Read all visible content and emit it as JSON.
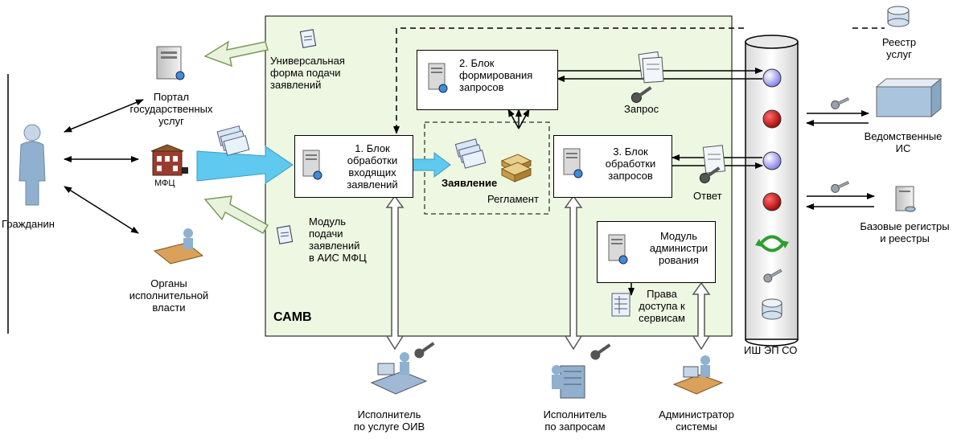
{
  "main_area_label": "САМВ",
  "blocks": {
    "block1": "1. Блок\nобработки\nвходящих\nзаявлений",
    "block2": "2. Блок\nформирования\nзапросов",
    "block3": "3. Блок\nобработки\nзапросов",
    "admin": "Модуль\nадминистри\nрования"
  },
  "labels": {
    "universal_form": "Универсальная\nформа подачи\nзаявлений",
    "mfc_module": "Модуль\nподачи\nзаявлений\nв АИС МФЦ",
    "statement": "Заявление",
    "reglament": "Регламент",
    "request": "Запрос",
    "answer": "Ответ",
    "access_rights": "Права\nдоступа к\nсервисам",
    "bus": "ИШ ЭП СО",
    "registry": "Реестр\nуслуг",
    "dept_is": "Ведомственные\nИС",
    "base_registers": "Базовые регистры\nи реестры",
    "portal": "Портал\nгосударственных\nуслуг",
    "mfc": "МФЦ",
    "citizen": "Гражданин",
    "authorities": "Органы\nисполнительной\nвласти",
    "executor_oiv": "Исполнитель\nпо услуге ОИВ",
    "executor_requests": "Исполнитель\nпо запросам",
    "admin_system": "Администратор\nсистемы"
  },
  "colors": {
    "main_area_fill": "#eef7e2",
    "bus_circle_blue": "#8f8cf0",
    "bus_circle_red": "#c40000",
    "big_arrow": "#5fc9ef",
    "hollow_arrow_fill": "#e9f3dc"
  },
  "icons": [
    "server-icon",
    "document-icon",
    "key-icon",
    "database-icon",
    "building-icon",
    "person-icon",
    "workstation-icon",
    "book-stack-icon",
    "cube-icon",
    "sync-icon"
  ]
}
